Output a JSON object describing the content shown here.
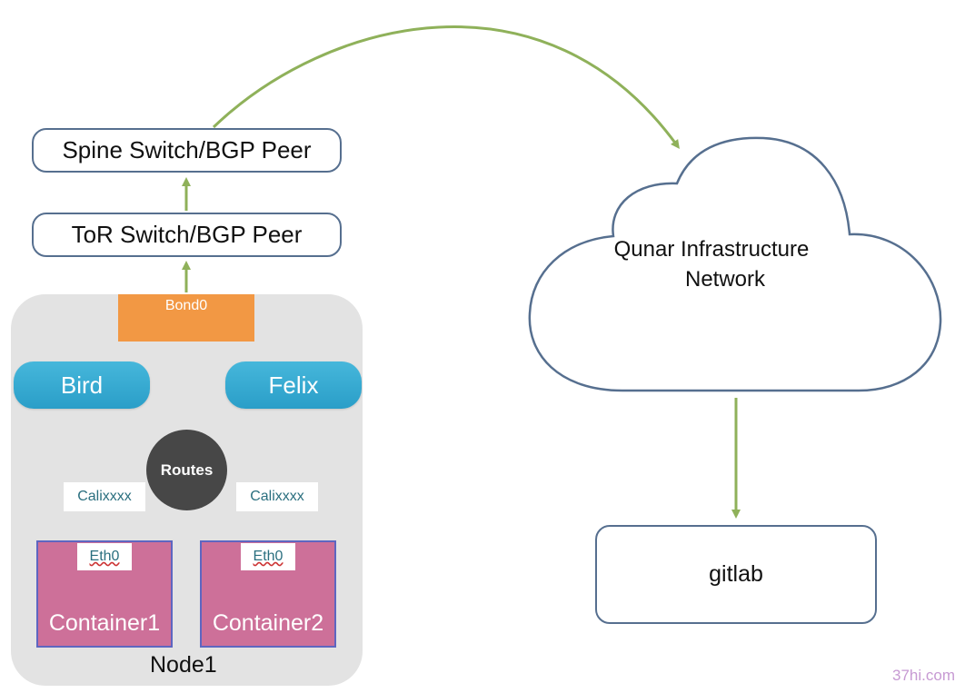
{
  "spine": {
    "label": "Spine Switch/BGP Peer"
  },
  "tor": {
    "label": "ToR Switch/BGP Peer"
  },
  "node": {
    "label": "Node1",
    "bond": "Bond0",
    "bird": "Bird",
    "felix": "Felix",
    "routes": "Routes",
    "cali_left": "Calixxxx",
    "cali_right": "Calixxxx",
    "container1": {
      "name": "Container1",
      "iface": "Eth0"
    },
    "container2": {
      "name": "Container2",
      "iface": "Eth0"
    }
  },
  "cloud": {
    "line1": "Qunar Infrastructure",
    "line2": "Network"
  },
  "gitlab": {
    "label": "gitlab"
  },
  "watermark": "37hi.com",
  "colors": {
    "arrow_green": "#8fb15a",
    "link_blue": "#4b6fa0",
    "box_border": "#566f8f",
    "bond_orange": "#f29844",
    "pill_blue": "#2a9ec8",
    "container_pink": "#cd7099",
    "routes_dark": "#474747"
  }
}
